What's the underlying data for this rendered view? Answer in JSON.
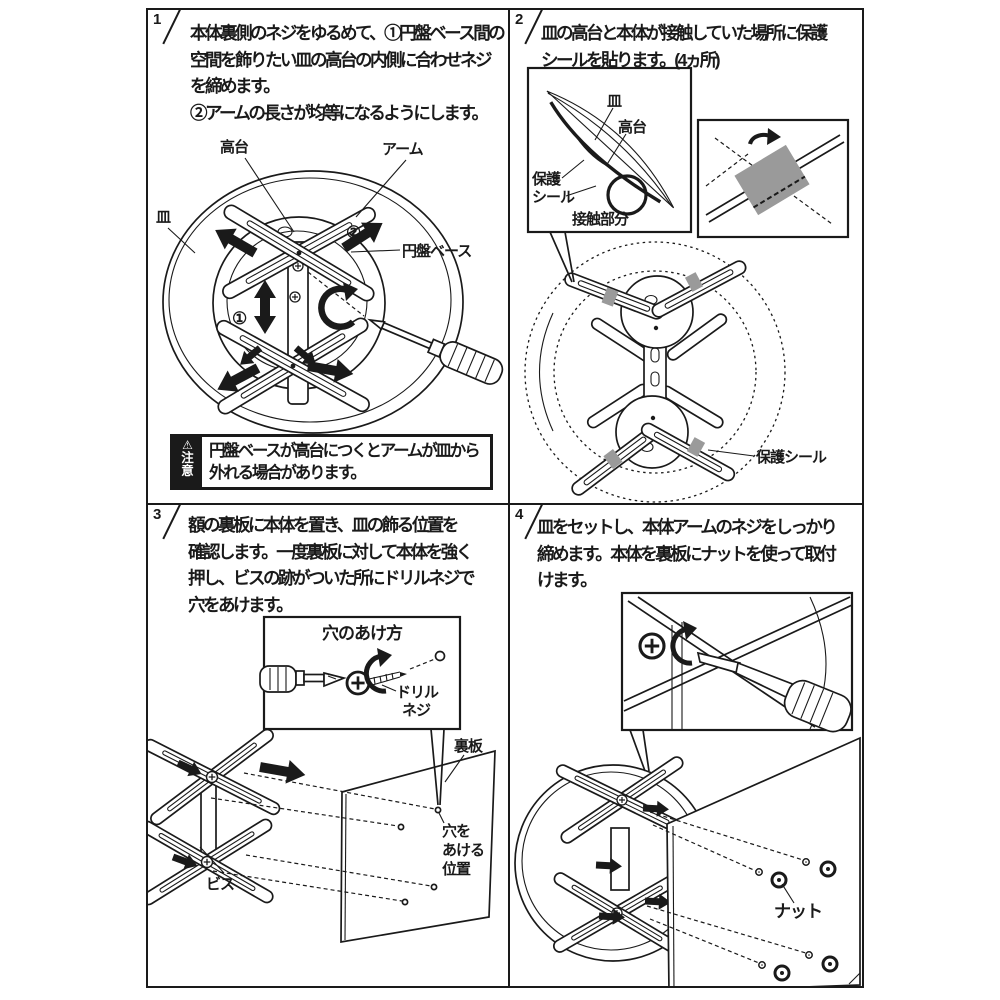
{
  "panels": {
    "p1": {
      "number": "1",
      "lines": {
        "l1": "本体裏側のネジをゆるめて、①円盤ベース間の",
        "l2": "空間を飾りたい皿の高台の内側に合わせネジ",
        "l3": "を締めます。",
        "l4": "②アームの長さが均等になるようにします。"
      },
      "labels": {
        "kodai": "高台",
        "arm": "アーム",
        "sara": "皿",
        "step2": "②",
        "enban": "円盤ベース",
        "step1": "①"
      },
      "warning": {
        "icon": "⚠",
        "tag": "注意",
        "l1": "円盤ベースが高台につくとアームが皿から",
        "l2": "外れる場合があります。"
      }
    },
    "p2": {
      "number": "2",
      "lines": {
        "l1": "皿の高台と本体が接触していた場所に保護",
        "l2": "シールを貼ります。(4ヵ所)"
      },
      "labels": {
        "sara": "皿",
        "kodai": "高台",
        "hogo_l1": "保護",
        "hogo_l2": "シール",
        "sesshoku": "接触部分",
        "hogo_seal": "保護シール"
      }
    },
    "p3": {
      "number": "3",
      "lines": {
        "l1": "額の裏板に本体を置き、皿の飾る位置を",
        "l2": "確認します。一度裏板に対して本体を強く",
        "l3": "押し、ビスの跡がついた所にドリルネジで",
        "l4": "穴をあけます。"
      },
      "inset_title": "穴のあけ方",
      "labels": {
        "drill_l1": "ドリル",
        "drill_l2": "ネジ",
        "uraita": "裏板",
        "ana_l1": "穴を",
        "ana_l2": "あける",
        "ana_l3": "位置",
        "bisu": "ビス"
      }
    },
    "p4": {
      "number": "4",
      "lines": {
        "l1": "皿をセットし、本体アームのネジをしっかり",
        "l2": "締めます。本体を裏板にナットを使って取付",
        "l3": "けます。"
      },
      "labels": {
        "nut": "ナット"
      }
    }
  },
  "colors": {
    "ink": "#1a1a1a",
    "paper": "#ffffff",
    "seal_gray": "#9a9a9a"
  }
}
